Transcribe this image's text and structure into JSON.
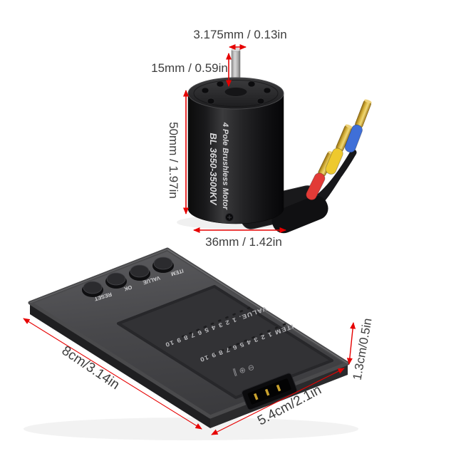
{
  "page": {
    "background": "#ffffff",
    "annotation_color": "#e60000"
  },
  "motor": {
    "dims": {
      "shaft_diameter": "3.175mm / 0.13in",
      "shaft_length": "15mm / 0.59in",
      "height": "50mm / 1.97in",
      "diameter": "36mm / 1.42in"
    },
    "label_line1": "BL 3650-3500KV",
    "label_line2": "4 Pole Brushless Motor",
    "connector_bands": [
      "#3f6fd8",
      "#eec92e",
      "#e23b37"
    ],
    "connector_metal": "#d9b43c"
  },
  "program_card": {
    "buttons": [
      "RESET",
      "OK",
      "VALUE",
      "ITEM"
    ],
    "value_row": "VALUE. 1 2 3 4 5 6 7 8 9 10",
    "item_row": "ITEM 1 2 3 4 5 6 7 8 9 10",
    "port_marks": "⊖ ⊕ ‖",
    "dims": {
      "length": "8cm/3.14in",
      "width": "5.4cm/2.1in",
      "thickness": "1.3cm/0.5in"
    }
  }
}
